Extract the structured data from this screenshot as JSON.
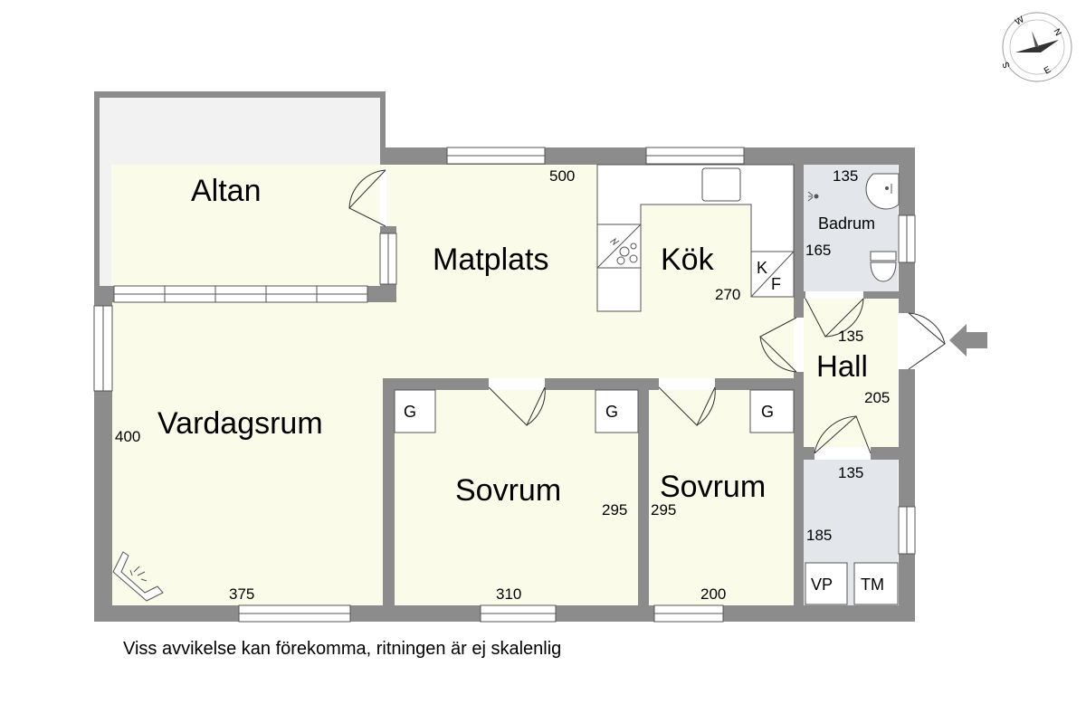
{
  "rooms": {
    "altan": "Altan",
    "matplats": "Matplats",
    "kok": "Kök",
    "badrum": "Badrum",
    "hall": "Hall",
    "vardagsrum": "Vardagsrum",
    "sovrum1": "Sovrum",
    "sovrum2": "Sovrum"
  },
  "dimensions": {
    "matplats_width": "500",
    "kok_depth": "270",
    "badrum_width": "135",
    "badrum_depth": "165",
    "hall_width": "135",
    "hall_depth": "205",
    "vardagsrum_depth": "400",
    "vardagsrum_width": "375",
    "sovrum1_width": "310",
    "sovrum1_depth": "295",
    "sovrum2_depth": "295",
    "sovrum2_width": "200",
    "utility_width": "135",
    "utility_depth": "185"
  },
  "fixtures": {
    "wardrobe": "G",
    "fridge_k": "K",
    "freezer_f": "F",
    "water_heater": "VP",
    "dryer": "TM"
  },
  "compass": {
    "n": "N",
    "s": "S",
    "e": "E",
    "w": "W"
  },
  "disclaimer": "Viss avvikelse kan förekomma, ritningen är ej skalenlig",
  "colors": {
    "wall": "#8c8c8c",
    "living_floor": "#fbfbe9",
    "wet_room_floor": "#e3e6ea",
    "terrace_floor": "#f2f2f2",
    "entrance_arrow": "#8c8c8c"
  }
}
